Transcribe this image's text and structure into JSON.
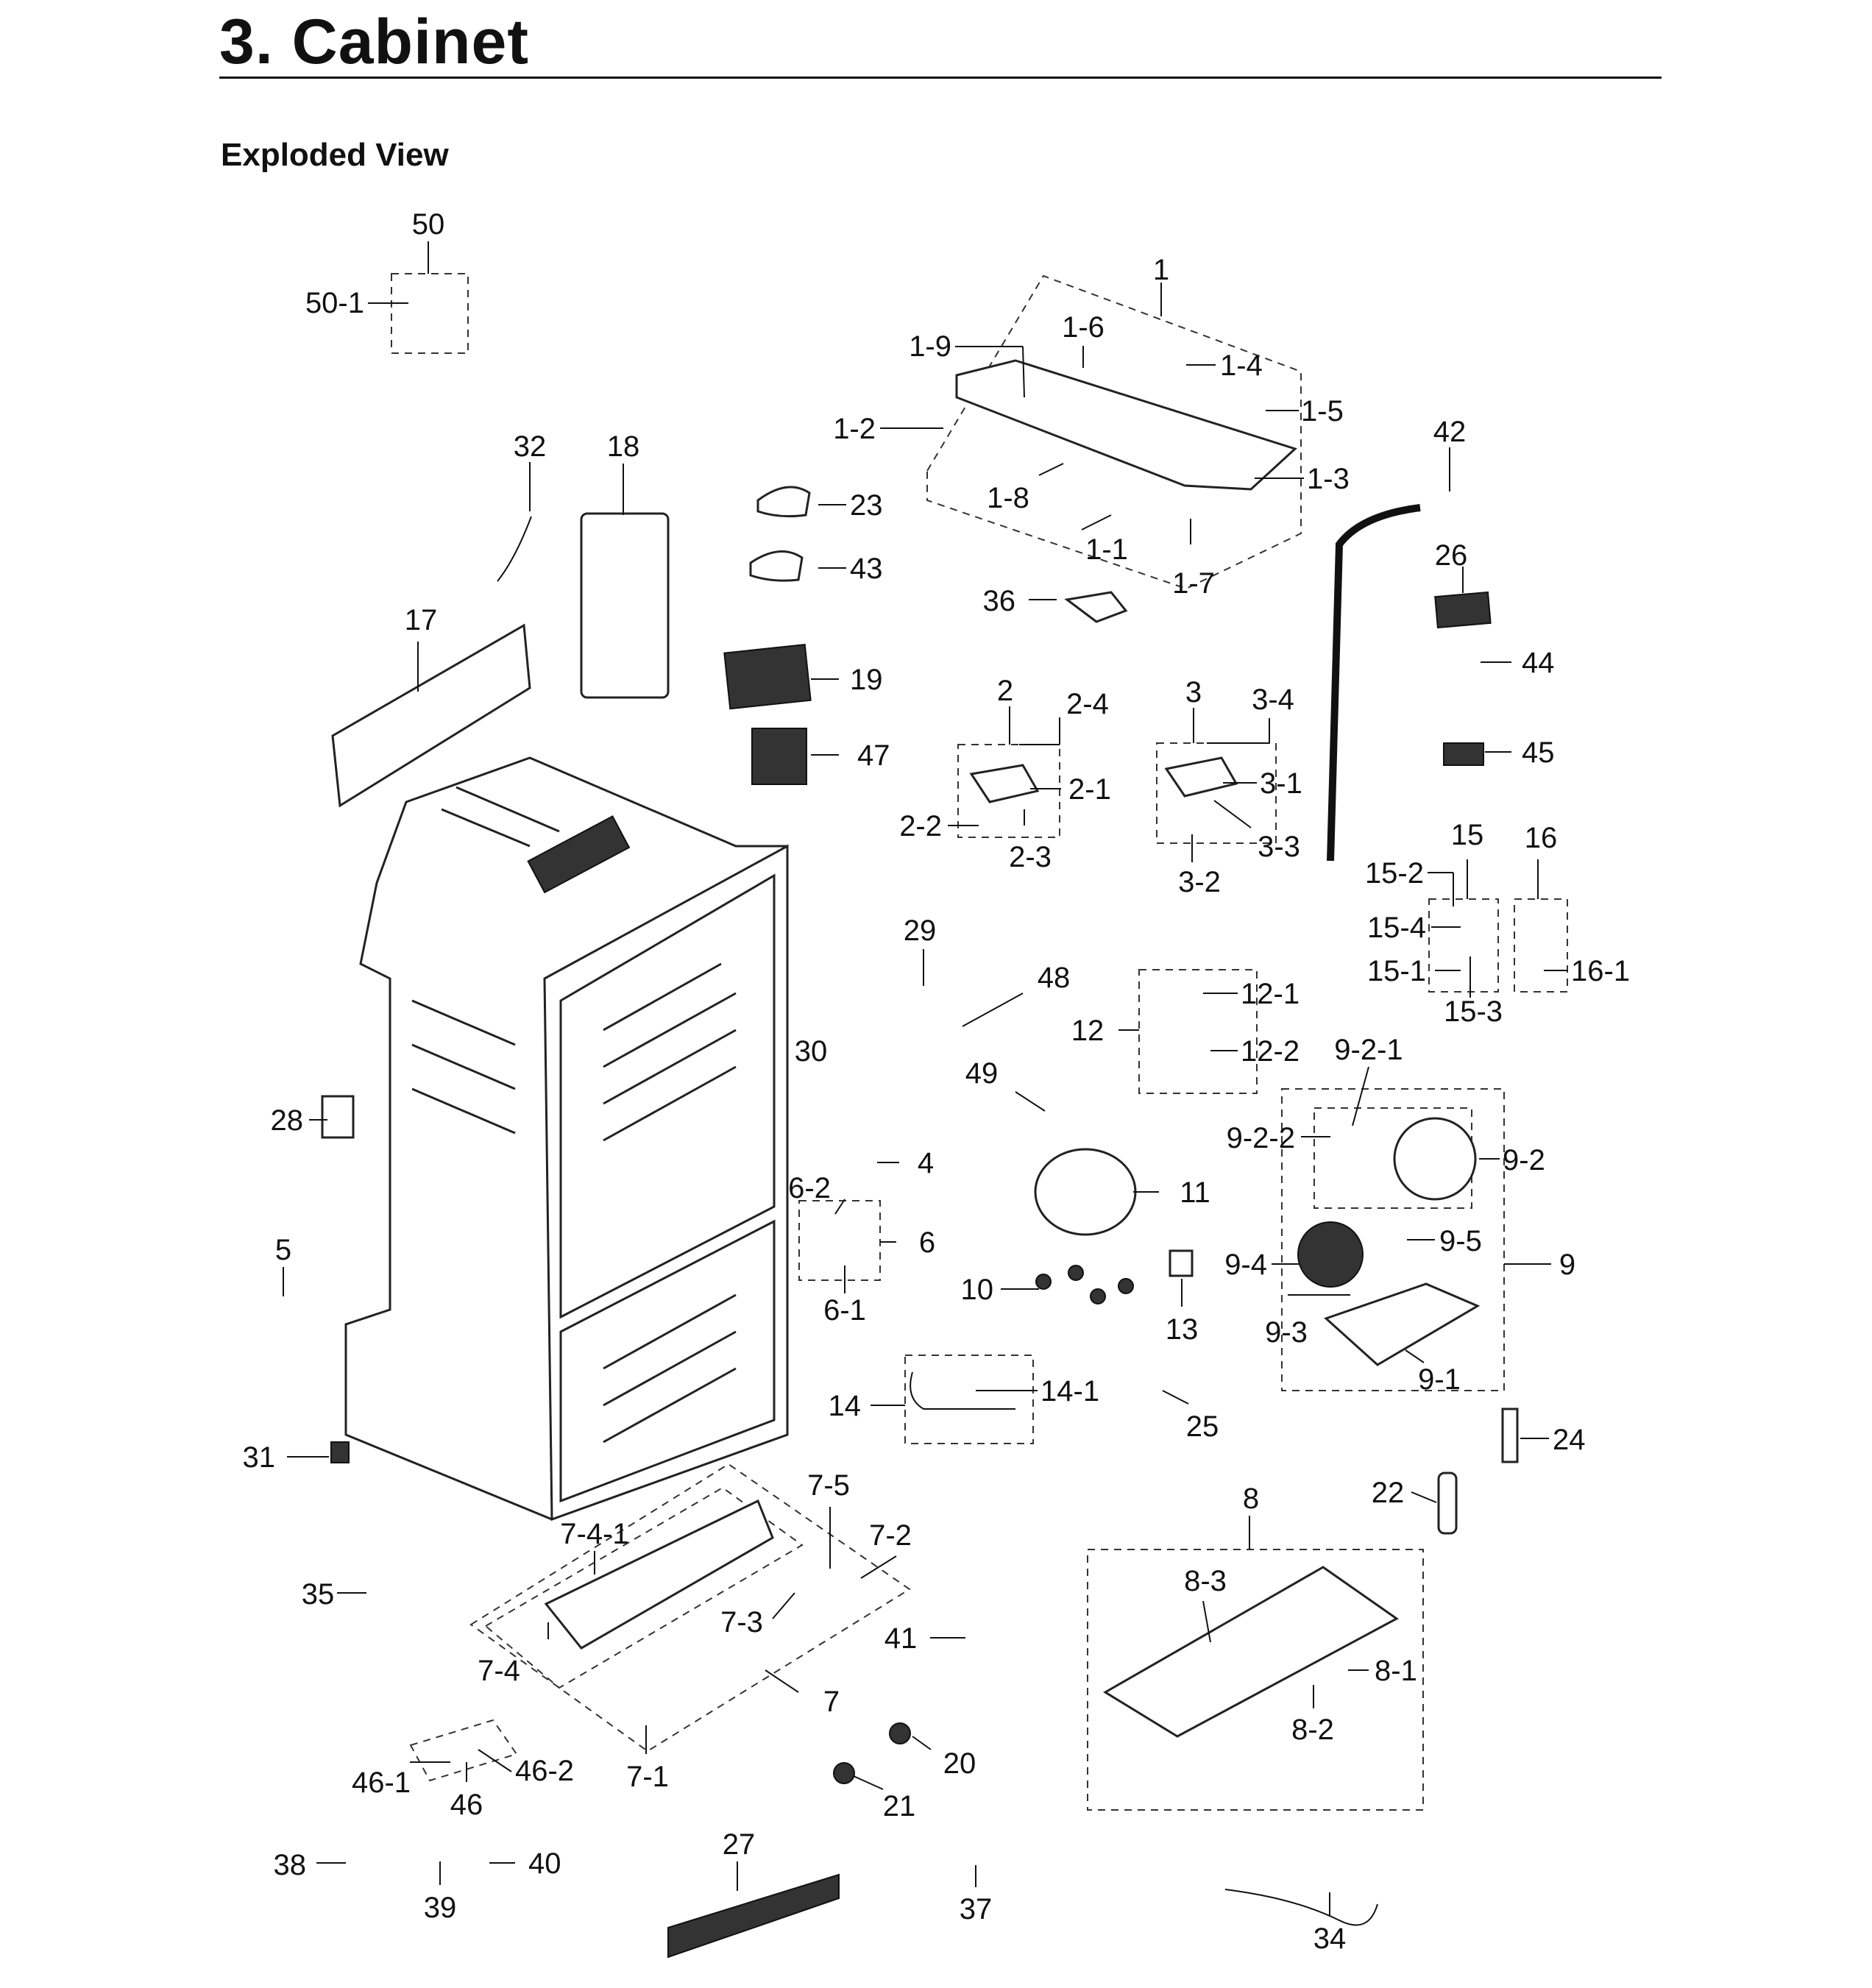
{
  "header": {
    "title": "3.  Cabinet",
    "subtitle": "Exploded View"
  },
  "diagram": {
    "labels": [
      "50",
      "50-1",
      "1",
      "1-9",
      "1-6",
      "1-4",
      "1-5",
      "1-2",
      "1-3",
      "1-8",
      "1-1",
      "1-7",
      "32",
      "18",
      "23",
      "43",
      "42",
      "36",
      "26",
      "17",
      "19",
      "44",
      "2",
      "2-4",
      "3",
      "3-4",
      "47",
      "2-1",
      "3-1",
      "45",
      "2-2",
      "2-3",
      "3-3",
      "3-2",
      "15",
      "16",
      "15-2",
      "15-4",
      "15-1",
      "15-3",
      "16-1",
      "29",
      "48",
      "30",
      "12",
      "12-1",
      "12-2",
      "9-2-1",
      "49",
      "9-2-2",
      "9-2",
      "28",
      "4",
      "11",
      "6-2",
      "6",
      "9-5",
      "9-4",
      "9",
      "5",
      "10",
      "13",
      "6-1",
      "9-3",
      "9-1",
      "14",
      "14-1",
      "25",
      "31",
      "24",
      "22",
      "7-5",
      "8",
      "7-2",
      "7-4-1",
      "8-3",
      "35",
      "7-3",
      "41",
      "8-1",
      "7-4",
      "7",
      "8-2",
      "20",
      "46-2",
      "46-1",
      "7-1",
      "46",
      "21",
      "27",
      "38",
      "40",
      "39",
      "37",
      "34"
    ]
  }
}
